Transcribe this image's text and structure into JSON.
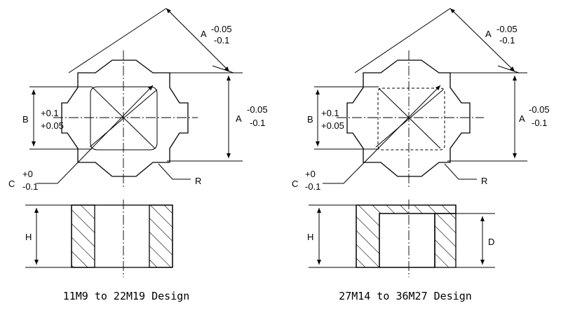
{
  "left": {
    "caption": "11M9 to 22M19 Design",
    "labels": {
      "a_top": "A",
      "a_top_tol_upper": "-0.05",
      "a_top_tol_lower": "-0.1",
      "a_side": "A",
      "a_side_tol_upper": "-0.05",
      "a_side_tol_lower": "-0.1",
      "b": "B",
      "b_tol_upper": "+0.1",
      "b_tol_lower": "+0.05",
      "c": "C",
      "c_tol_upper": "+0",
      "c_tol_lower": "-0.1",
      "r": "R",
      "h": "H"
    }
  },
  "right": {
    "caption": "27M14 to 36M27 Design",
    "labels": {
      "a_top": "A",
      "a_top_tol_upper": "-0.05",
      "a_top_tol_lower": "-0.1",
      "a_side": "A",
      "a_side_tol_upper": "-0.05",
      "a_side_tol_lower": "-0.1",
      "b": "B",
      "b_tol_upper": "+0.1",
      "b_tol_lower": "+0.05",
      "c": "C",
      "c_tol_upper": "+0",
      "c_tol_lower": "-0.1",
      "r": "R",
      "h": "H",
      "d": "D"
    }
  }
}
